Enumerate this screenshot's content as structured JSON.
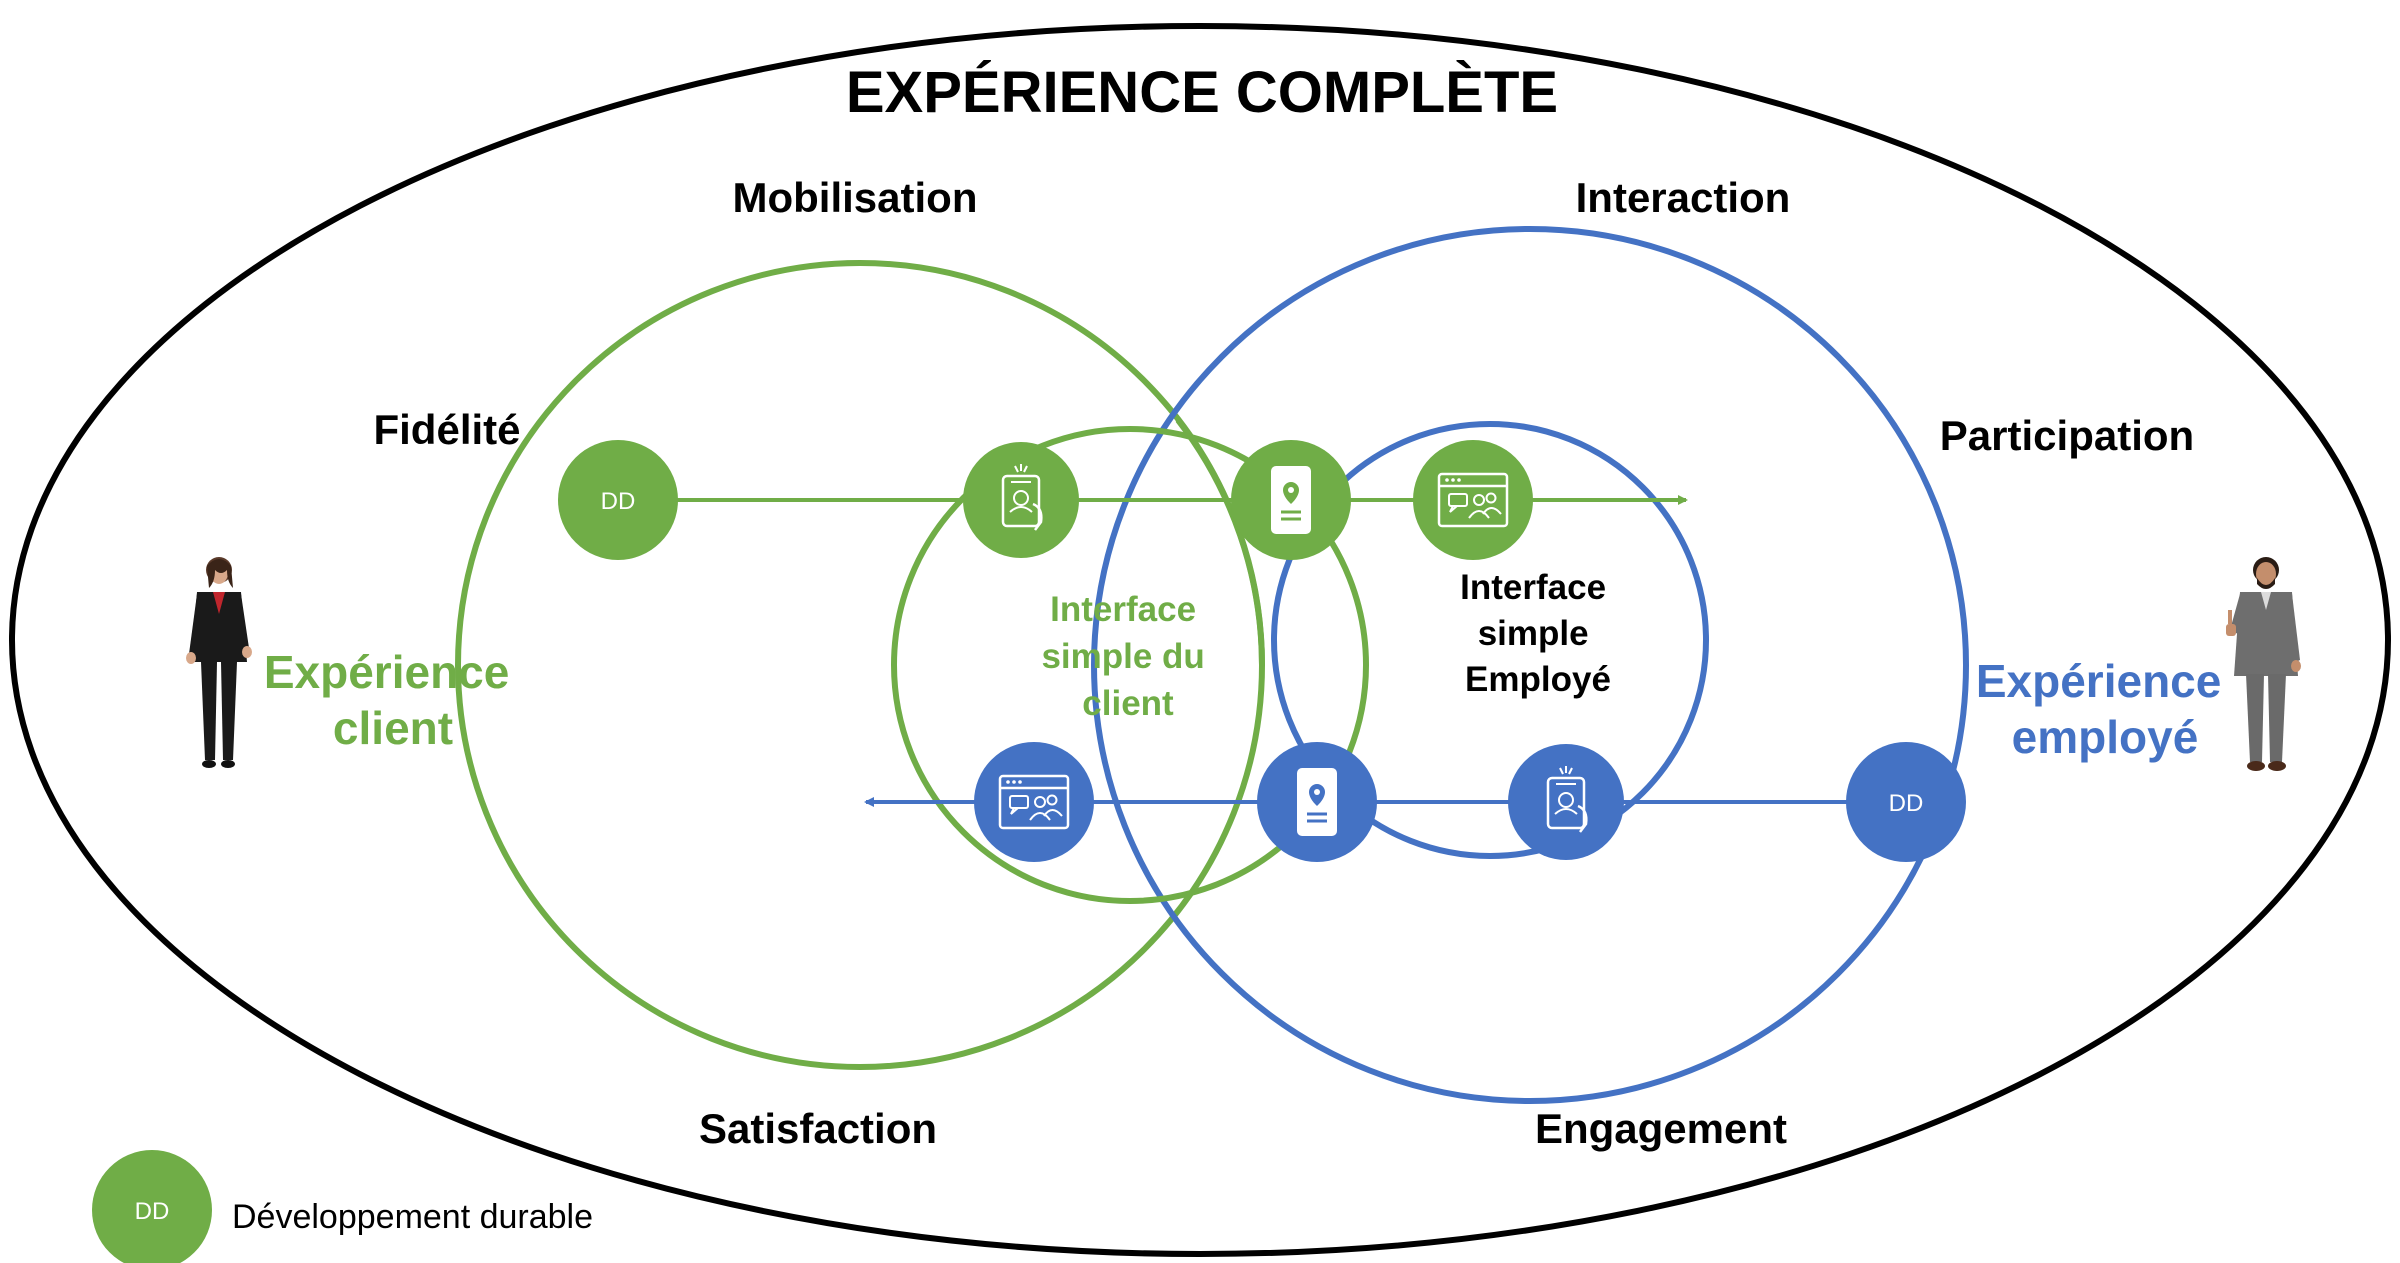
{
  "title": "EXPÉRIENCE COMPLÈTE",
  "labels": {
    "mobilisation": "Mobilisation",
    "interaction": "Interaction",
    "fidelite": "Fidélité",
    "participation": "Participation",
    "satisfaction": "Satisfaction",
    "engagement": "Engagement"
  },
  "client": {
    "line1": "Expérience",
    "line2": "client"
  },
  "employe": {
    "line1": "Expérience",
    "line2": "employé"
  },
  "interface_client": {
    "line1": "Interface",
    "line2": "simple du",
    "line3": "client"
  },
  "interface_employe": {
    "line1": "Interface",
    "line2": "simple",
    "line3": "Employé"
  },
  "dd_badge": "DD",
  "legend": {
    "badge": "DD",
    "text": "Développement durable"
  },
  "colors": {
    "green": "#70ad47",
    "blue": "#4472c4",
    "outline": "#000000"
  },
  "icons": [
    "phone-selfie-icon",
    "phone-location-icon",
    "browser-chat-icon"
  ]
}
